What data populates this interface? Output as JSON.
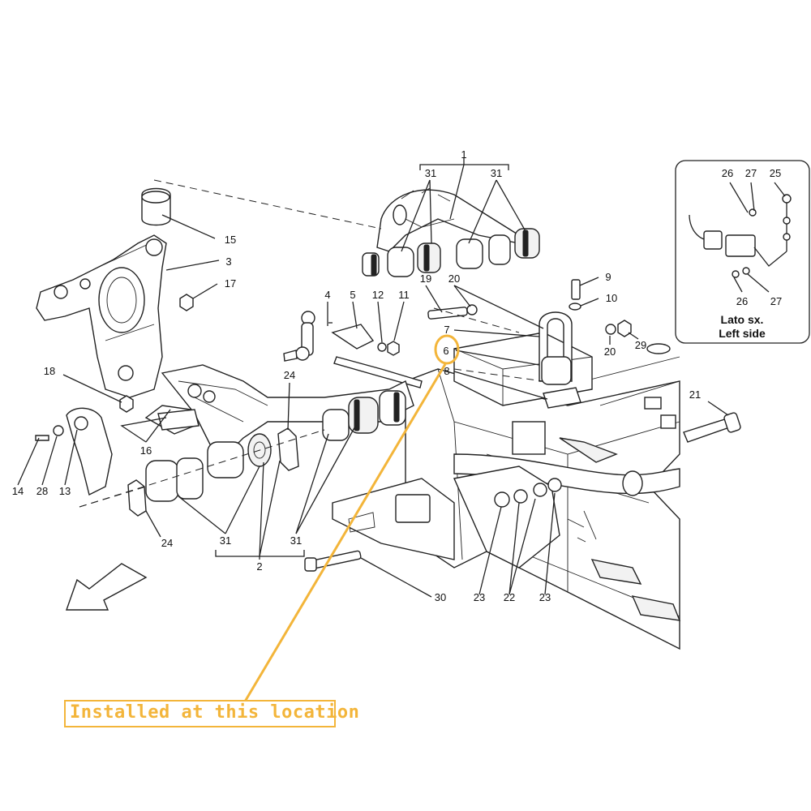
{
  "callout": {
    "text": "Installed at this location",
    "color": "#F3B53A",
    "highlighted_label": "6"
  },
  "inset": {
    "title_it": "Lato sx.",
    "title_en": "Left side",
    "labels": [
      "26",
      "27",
      "25",
      "26",
      "27"
    ]
  },
  "labels": {
    "l1": "1",
    "l31a": "31",
    "l31b": "31",
    "l15": "15",
    "l3": "3",
    "l17": "17",
    "l9": "9",
    "l10": "10",
    "l19": "19",
    "l20a": "20",
    "l4": "4",
    "l5": "5",
    "l12": "12",
    "l11": "11",
    "l7": "7",
    "l6": "6",
    "l8": "8",
    "l20b": "20",
    "l29": "29",
    "l18": "18",
    "l24a": "24",
    "l21": "21",
    "l16": "16",
    "l14": "14",
    "l28": "28",
    "l13": "13",
    "l24b": "24",
    "l31c": "31",
    "l2": "2",
    "l31d": "31",
    "l30": "30",
    "l23a": "23",
    "l22": "22",
    "l23b": "23"
  }
}
